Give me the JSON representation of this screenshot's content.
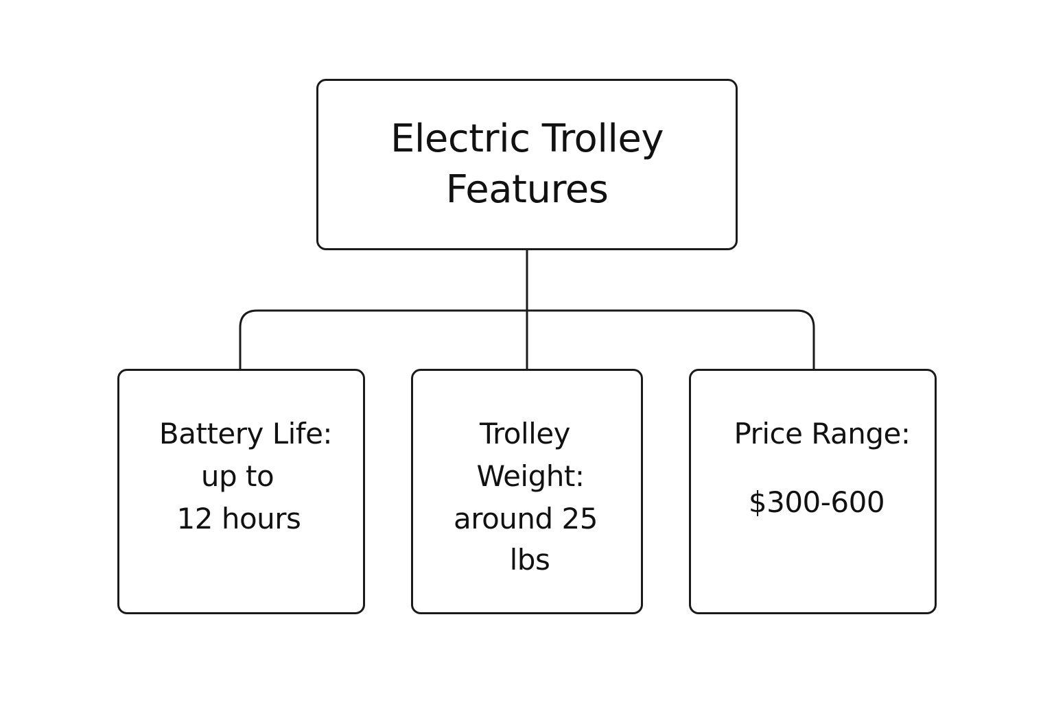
{
  "diagram": {
    "root": {
      "lines": [
        "Electric Trolley",
        "Features"
      ]
    },
    "children": [
      {
        "id": "battery",
        "lines": [
          "Battery Life:",
          "up to",
          "12 hours"
        ]
      },
      {
        "id": "weight",
        "lines": [
          "Trolley",
          "Weight:",
          "around 25",
          "lbs"
        ]
      },
      {
        "id": "price",
        "lines": [
          "Price Range:",
          "$300-600"
        ]
      }
    ],
    "colors": {
      "stroke": "#1a1a1a",
      "text": "#111111",
      "background": "#ffffff"
    }
  }
}
